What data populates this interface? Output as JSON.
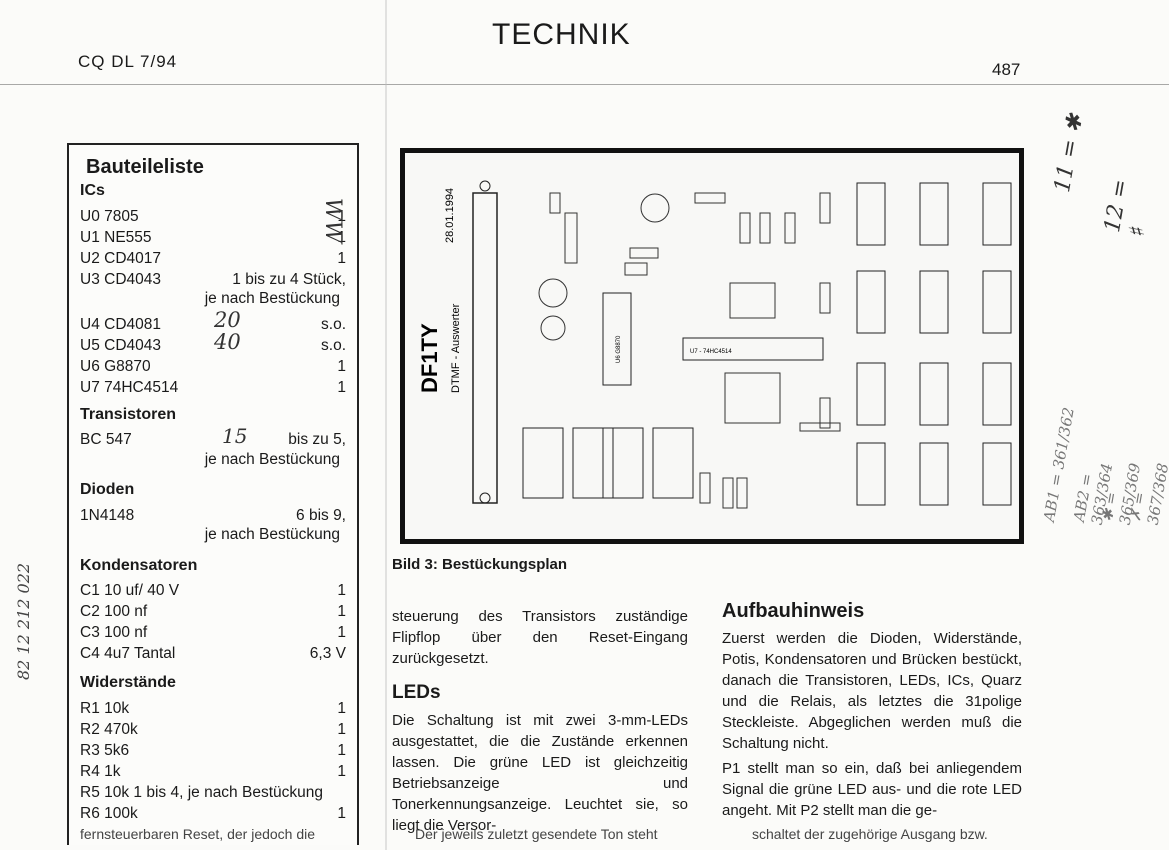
{
  "header": {
    "journal": "CQ DL 7/94",
    "section": "TECHNIK",
    "page": "487"
  },
  "parts_list": {
    "title": "Bauteileliste",
    "ics_heading": "ICs",
    "ics": [
      {
        "name": "U0 7805",
        "qty": "1"
      },
      {
        "name": "U1 NE555",
        "qty": "1"
      },
      {
        "name": "U2 CD4017",
        "qty": "1"
      },
      {
        "name": "U3 CD4043",
        "qty": "1 bis zu 4 Stück,"
      },
      {
        "name": "U4 CD4081",
        "qty": "s.o."
      },
      {
        "name": "U5 CD4043",
        "qty": "s.o."
      },
      {
        "name": "U6 G8870",
        "qty": "1"
      },
      {
        "name": "U7 74HC4514",
        "qty": "1"
      }
    ],
    "u3_note": "je nach Bestückung",
    "transistors_heading": "Transistoren",
    "transistor": {
      "name": "BC 547",
      "qty": "bis zu 5,"
    },
    "transistor_note": "je nach Bestückung",
    "diodes_heading": "Dioden",
    "diode": {
      "name": "1N4148",
      "qty": "6 bis 9,"
    },
    "diode_note": "je nach Bestückung",
    "capacitors_heading": "Kondensatoren",
    "capacitors": [
      {
        "name": "C1 10 uf/ 40 V",
        "qty": "1"
      },
      {
        "name": "C2 100 nf",
        "qty": "1"
      },
      {
        "name": "C3 100 nf",
        "qty": "1"
      },
      {
        "name": "C4 4u7 Tantal",
        "qty": "6,3 V"
      }
    ],
    "resistors_heading": "Widerstände",
    "resistors": [
      {
        "name": "R1 10k",
        "qty": "1"
      },
      {
        "name": "R2 470k",
        "qty": "1"
      },
      {
        "name": "R3 5k6",
        "qty": "1"
      },
      {
        "name": "R4 1k",
        "qty": "1"
      },
      {
        "name": "R5 10k 1 bis 4, je nach Bestückung",
        "qty": ""
      },
      {
        "name": "R6 100k",
        "qty": "1"
      }
    ]
  },
  "board": {
    "callsign": "DF1TY",
    "subtitle": "DTMF - Auswerter",
    "date": "28.01.1994",
    "u6_label": "U6 G8870",
    "u7_label": "U7 - 74HC4514"
  },
  "figure_caption": "Bild 3: Bestückungsplan",
  "column_middle": {
    "paragraph": "steuerung des Transistors zuständige Flipflop über den Reset-Eingang zurückgesetzt.",
    "leds_heading": "LEDs",
    "leds_text": "Die Schaltung ist mit zwei 3-mm-LEDs ausgestattet, die die Zustände erkennen lassen. Die grüne LED ist gleichzeitig Betriebsanzeige und Tonerkennungsanzeige. Leuchtet sie, so liegt die Versor-",
    "cut_line": "Der jeweils zuletzt gesendete Ton steht"
  },
  "column_right": {
    "heading": "Aufbauhinweis",
    "text": "Zuerst werden die Dioden, Widerstände, Potis, Kondensatoren und Brücken bestückt, danach die Transistoren, LEDs, ICs, Quarz und die Relais, als letztes die 31polige Steckleiste. Abgeglichen werden muß die Schaltung nicht.",
    "text2": "P1 stellt man so ein, daß bei anliegendem Signal die grüne LED aus- und die rote LED angeht. Mit P2 stellt man die ge-",
    "cut_line": "schaltet der zugehörige Ausgang bzw."
  },
  "left_cut_line": "fernsteuerbaren Reset, der jedoch die",
  "handwriting": {
    "ww": "WW",
    "n20": "20",
    "n40": "40",
    "n15": "15",
    "margin_right_1": "11 = ✱",
    "margin_right_2": "12 = ♯",
    "abi": "AB1 = 361/362",
    "ab2": "AB2 = 363/364",
    "star": "✱ = 365/369",
    "x": "✗ = 367/368",
    "margin_left": "82 12 212 022"
  }
}
